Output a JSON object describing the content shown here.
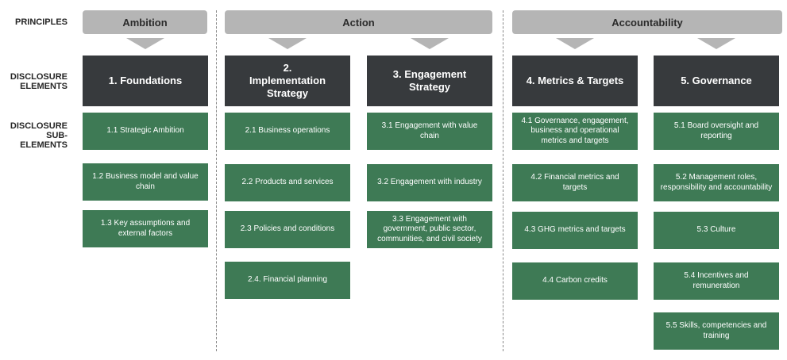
{
  "row_labels": {
    "principles": "PRINCIPLES",
    "disclosure_elements": "DISCLOSURE\nELEMENTS",
    "disclosure_sub_elements": "DISCLOSURE\nSUB-ELEMENTS"
  },
  "principles": [
    "Ambition",
    "Action",
    "Accountability"
  ],
  "elements": [
    {
      "title": "1. Foundations",
      "sub_elements": [
        "1.1 Strategic Ambition",
        "1.2 Business model and value chain",
        "1.3 Key assumptions and external factors"
      ]
    },
    {
      "title": "2. Implementation Strategy",
      "sub_elements": [
        "2.1 Business operations",
        "2.2 Products and services",
        "2.3 Policies and conditions",
        "2.4. Financial planning"
      ]
    },
    {
      "title": "3. Engagement Strategy",
      "sub_elements": [
        "3.1 Engagement with value chain",
        "3.2 Engagement with industry",
        "3.3 Engagement with government, public sector, communities, and civil society"
      ]
    },
    {
      "title": "4. Metrics & Targets",
      "sub_elements": [
        "4.1 Governance, engagement, business and operational metrics and targets",
        "4.2 Financial metrics and targets",
        "4.3 GHG metrics and targets",
        "4.4 Carbon credits"
      ]
    },
    {
      "title": "5. Governance",
      "sub_elements": [
        "5.1 Board oversight and reporting",
        "5.2 Management roles, responsibility and accountability",
        "5.3 Culture",
        "5.4 Incentives and remuneration",
        "5.5 Skills, competencies and training"
      ]
    }
  ],
  "colors": {
    "principle_bar": "#b5b5b5",
    "element_box": "#373a3d",
    "sub_element_box": "#3e7a55"
  }
}
